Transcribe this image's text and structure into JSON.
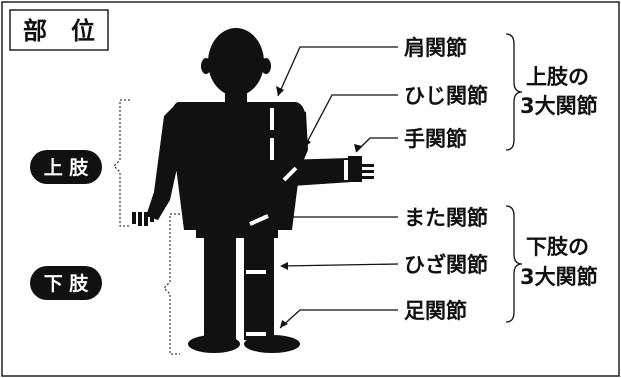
{
  "title": "部　位",
  "regions": {
    "upper": "上 肢",
    "lower": "下 肢"
  },
  "upper_joints": [
    "肩関節",
    "ひじ関節",
    "手関節"
  ],
  "lower_joints": [
    "また関節",
    "ひざ関節",
    "足関節"
  ],
  "upper_group": {
    "line1": "上肢の",
    "line2": "3大関節"
  },
  "lower_group": {
    "line1": "下肢の",
    "line2": "3大関節"
  },
  "colors": {
    "figure": "#111111",
    "accent": "#ffffff",
    "frame": "#222222"
  }
}
